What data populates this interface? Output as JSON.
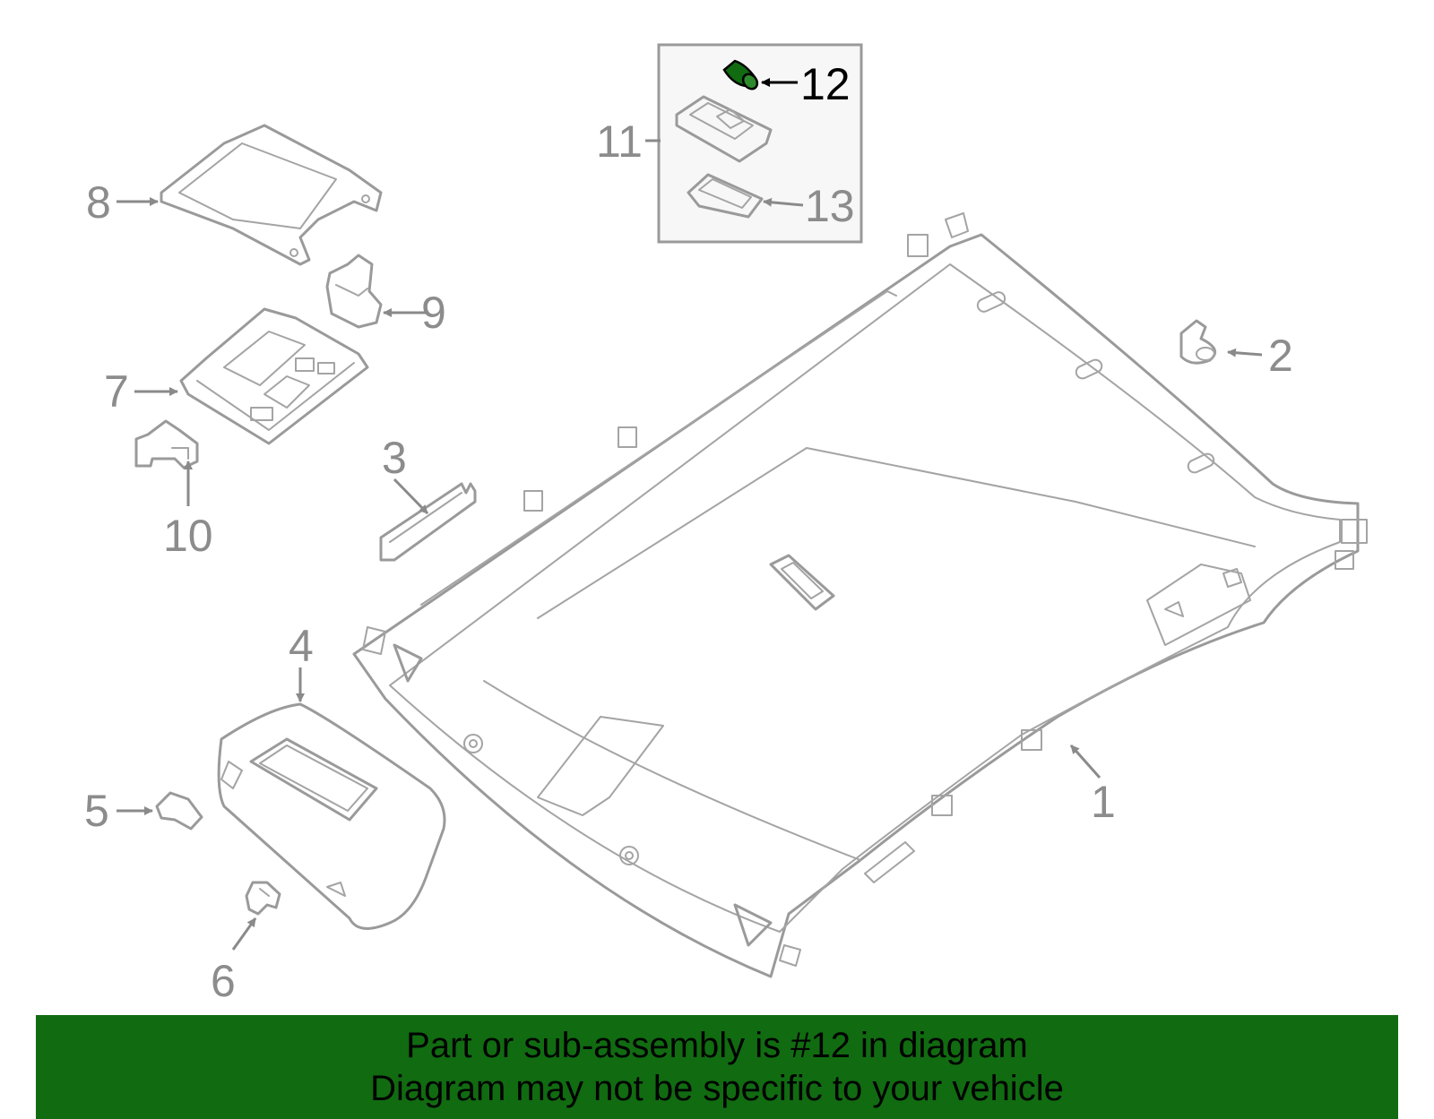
{
  "diagram": {
    "highlight_color": "#116b11",
    "highlighted_part": "12",
    "callouts": [
      "1",
      "2",
      "3",
      "4",
      "5",
      "6",
      "7",
      "8",
      "9",
      "10",
      "11",
      "12",
      "13"
    ]
  },
  "banner": {
    "background": "#116b11",
    "line1": "Part or sub-assembly is #12 in diagram",
    "line2": "Diagram may not be specific to your vehicle"
  }
}
